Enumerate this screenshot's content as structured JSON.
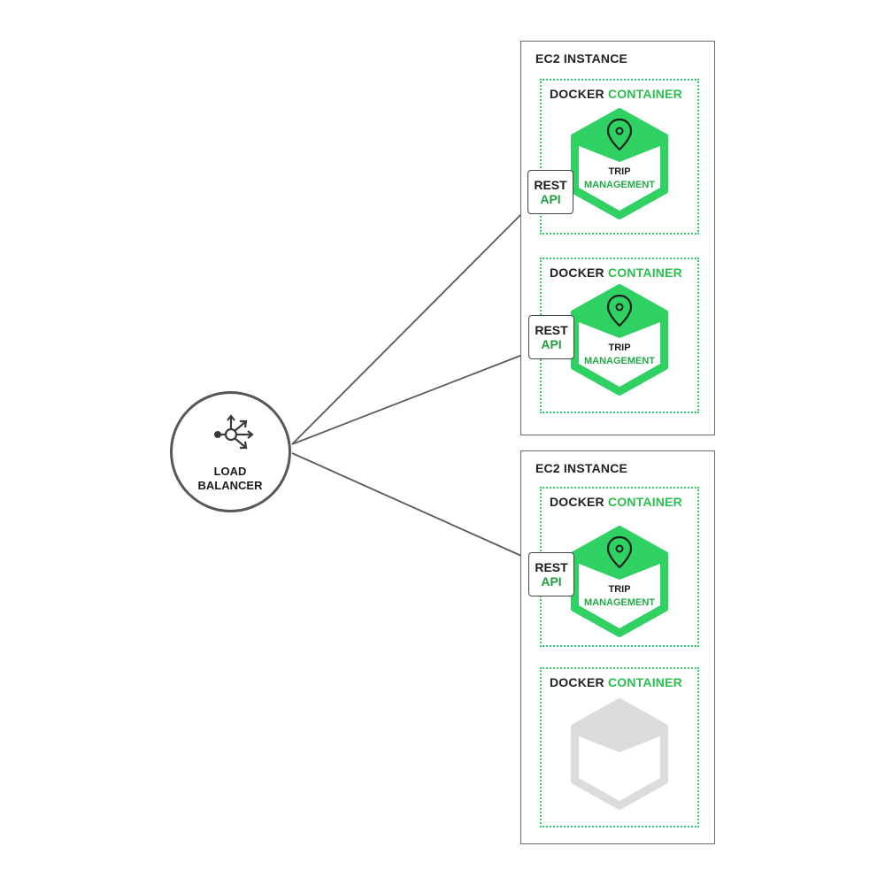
{
  "load_balancer": {
    "line1": "LOAD",
    "line2": "BALANCER",
    "icon": "load-balancer-icon"
  },
  "ec2_instances": [
    {
      "label": "EC2 INSTANCE",
      "containers": [
        {
          "label_part1": "DOCKER",
          "label_part2": "CONTAINER",
          "service": {
            "line1": "TRIP",
            "line2": "MANAGEMENT"
          },
          "rest": {
            "line1": "REST",
            "line2": "API"
          }
        },
        {
          "label_part1": "DOCKER",
          "label_part2": "CONTAINER",
          "service": {
            "line1": "TRIP",
            "line2": "MANAGEMENT"
          },
          "rest": {
            "line1": "REST",
            "line2": "API"
          }
        }
      ]
    },
    {
      "label": "EC2 INSTANCE",
      "containers": [
        {
          "label_part1": "DOCKER",
          "label_part2": "CONTAINER",
          "service": {
            "line1": "TRIP",
            "line2": "MANAGEMENT"
          },
          "rest": {
            "line1": "REST",
            "line2": "API"
          }
        },
        {
          "label_part1": "DOCKER",
          "label_part2": "CONTAINER",
          "empty": true
        }
      ]
    }
  ],
  "colors": {
    "accent_green": "#2ed162",
    "dark_green": "#1f9e40",
    "border_gray": "#6b6b6b",
    "empty_hex_gray": "#dcdcdc"
  }
}
